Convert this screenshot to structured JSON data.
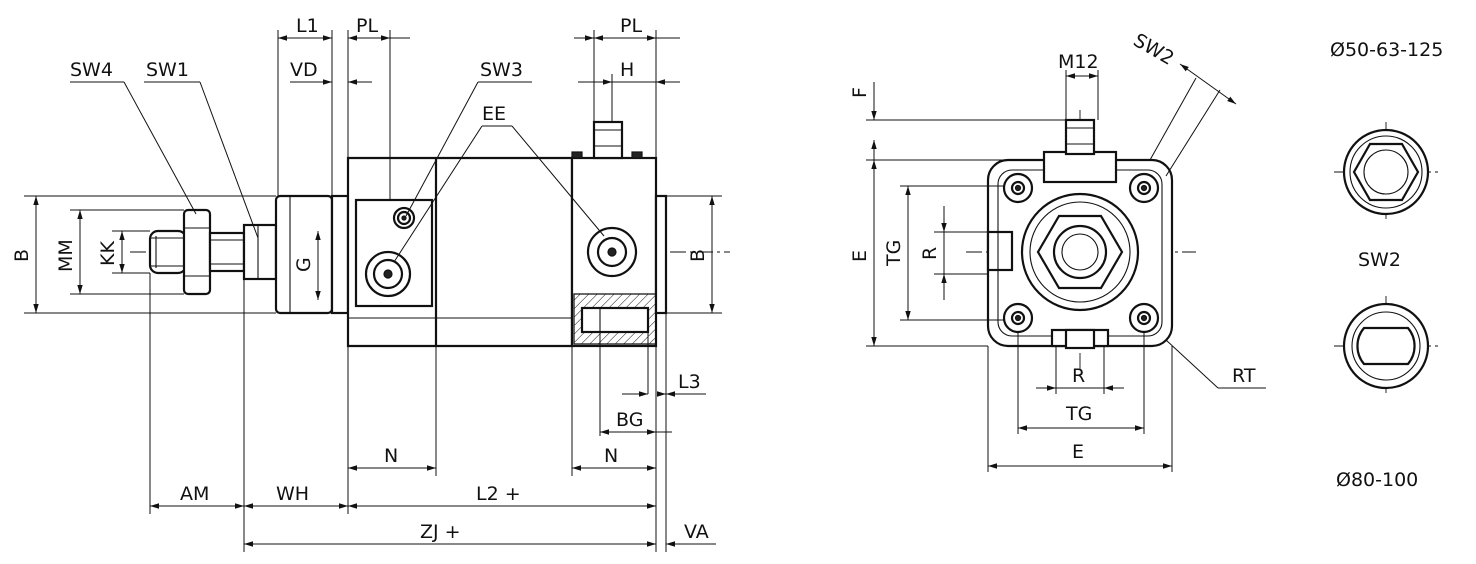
{
  "labels": {
    "SW4": "SW4",
    "SW1": "SW1",
    "L1": "L1",
    "PL_top": "PL",
    "VD": "VD",
    "SW3": "SW3",
    "EE": "EE",
    "PL_right": "PL",
    "H": "H",
    "B_left": "B",
    "MM": "MM",
    "KK": "KK",
    "G": "G",
    "B_right": "B",
    "L3": "L3",
    "BG": "BG",
    "N_left": "N",
    "N_right": "N",
    "AM": "AM",
    "WH": "WH",
    "L2": "L2 +",
    "ZJ": "ZJ +",
    "VA": "VA",
    "M12": "M12",
    "SW2_top": "SW2",
    "F": "F",
    "E_vertical": "E",
    "TG_vertical": "TG",
    "R_vertical": "R",
    "R_horizontal": "R",
    "TG_horizontal": "TG",
    "E_horizontal": "E",
    "RT": "RT",
    "dia_small": "Ø50-63-125",
    "SW2_detail": "SW2",
    "dia_large": "Ø80-100"
  }
}
